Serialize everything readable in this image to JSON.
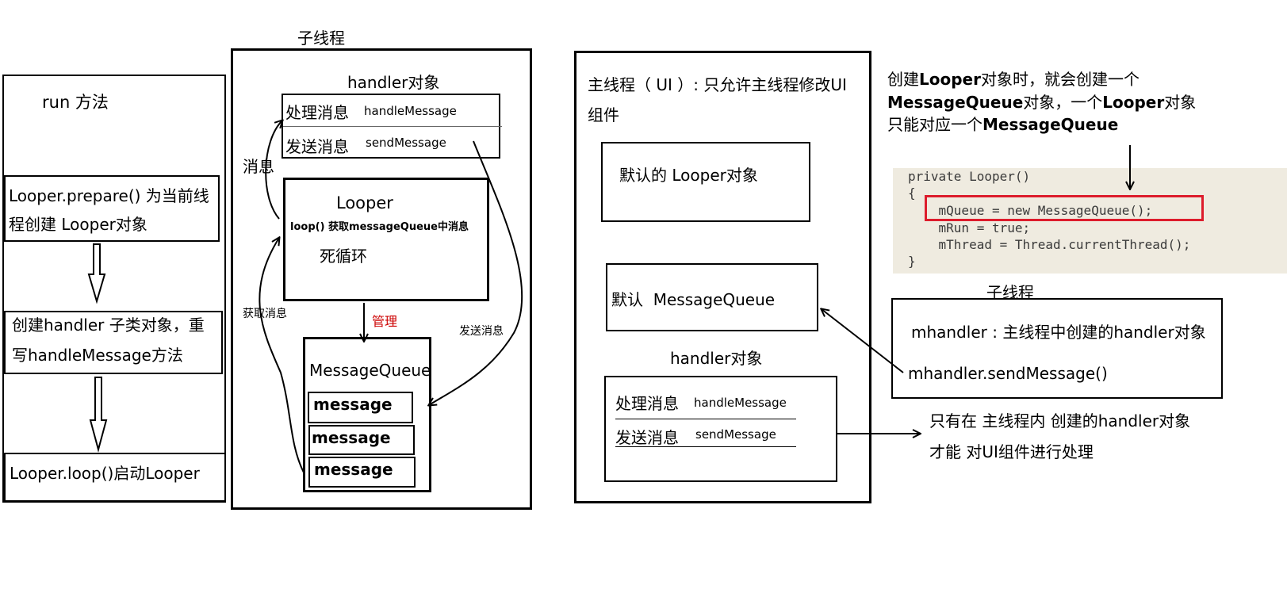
{
  "left_panel": {
    "run_title": "run 方法",
    "step1": [
      "Looper.prepare() 为当前线",
      "程创建 Looper对象"
    ],
    "step2": [
      "创建handler 子类对象，重",
      "写handleMessage方法"
    ],
    "step3": "Looper.loop()启动Looper"
  },
  "child_thread": {
    "title": "子线程",
    "handler_title": "handler对象",
    "handle_cn": "处理消息",
    "handle_en": "handleMessage",
    "send_cn": "发送消息",
    "send_en": "sendMessage",
    "msg_label": "消息",
    "looper_title": "Looper",
    "looper_desc": "loop() 获取messageQueue中消息",
    "looper_loop": "死循环",
    "manage_label": "管理",
    "get_msg_label": "获取消息",
    "send_msg_label": "发送消息",
    "queue_title": "MessageQueue",
    "messages": [
      "message",
      "message",
      "message"
    ]
  },
  "main_thread": {
    "title": [
      "主线程（ UI ）: 只允许主线程修改UI",
      "组件"
    ],
    "default_looper": "默认的 Looper对象",
    "default_queue": "默认  MessageQueue",
    "handler_title": "handler对象",
    "handle_cn": "处理消息",
    "handle_en": "handleMessage",
    "send_cn": "发送消息",
    "send_en": "sendMessage"
  },
  "right_side": {
    "note": [
      [
        {
          "t": "创建",
          "b": false
        },
        {
          "t": "Looper",
          "b": true
        },
        {
          "t": "对象时，就会创建一个",
          "b": false
        }
      ],
      [
        {
          "t": "MessageQueue",
          "b": true
        },
        {
          "t": "对象，一个",
          "b": false
        },
        {
          "t": "Looper",
          "b": true
        },
        {
          "t": "对象",
          "b": false
        }
      ],
      [
        {
          "t": "只能对应一个",
          "b": false
        },
        {
          "t": "MessageQueue",
          "b": true
        }
      ]
    ],
    "code_lines": [
      "private Looper()",
      "{",
      "    mQueue = new MessageQueue();",
      "    mRun = true;",
      "    mThread = Thread.currentThread();",
      "}"
    ],
    "child_thread_label": "子线程",
    "mhandler_desc": "mhandler : 主线程中创建的handler对象",
    "mhandler_send": "mhandler.sendMessage()",
    "conclusion": [
      "只有在 主线程内 创建的handler对象",
      "才能 对UI组件进行处理"
    ]
  },
  "colors": {
    "manage_label": "#cc0000",
    "highlight_box": "#dd1c2c",
    "code_bg": "#efebe0",
    "code_text": "#3a3a3a"
  }
}
